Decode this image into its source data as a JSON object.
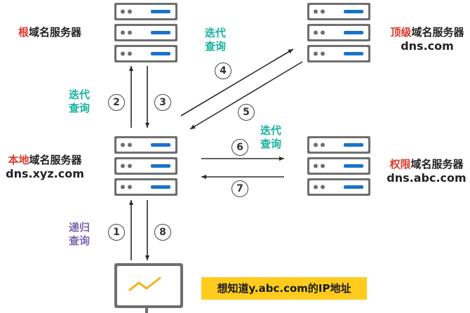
{
  "root_server": {
    "highlight": "根",
    "rest": "域名服务器"
  },
  "tld_server": {
    "highlight": "顶级",
    "rest": "域名服务器",
    "domain": "dns.com"
  },
  "local_server": {
    "highlight": "本地",
    "rest": "域名服务器",
    "domain": "dns.xyz.com"
  },
  "auth_server": {
    "highlight": "权限",
    "rest": "域名服务器",
    "domain": "dns.abc.com"
  },
  "query_labels": {
    "iterative": [
      "迭代",
      "查询"
    ],
    "recursive": [
      "递归",
      "查询"
    ]
  },
  "steps": [
    "1",
    "2",
    "3",
    "4",
    "5",
    "6",
    "7",
    "8"
  ],
  "note": "想知道y.abc.com的IP地址",
  "colors": {
    "server_gray": "#6f6f6f",
    "server_bar": "#1a73c8",
    "highlight_red": "#e0382b",
    "iterative_teal": "#17b39f",
    "recursive_purple": "#7e68b0",
    "note_yellow": "#ffcc1d",
    "monitor_line": "#f5b21b"
  }
}
